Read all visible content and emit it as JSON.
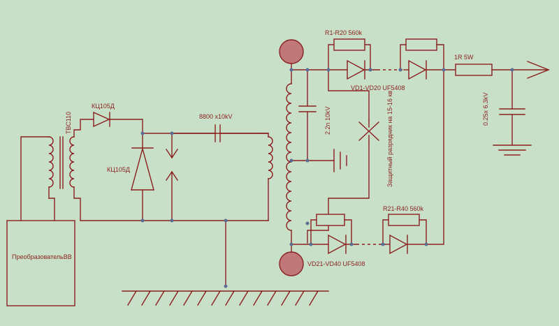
{
  "labels": {
    "tbs": "ТВС110",
    "kts1": "КЦ105Д",
    "kts2": "КЦ105Д",
    "cap_main": "8800 x10kV",
    "cap_22": "2.2n 10kV",
    "r_top": "R1-R20 560k",
    "vd_top": "VD1-VD20 UF5408",
    "r_out": "1R 5W",
    "cap_out": "0.25x 6.3kV",
    "spark": "Защитный разрядник на 15-16 кв",
    "r_bot": "R21-R40 560k",
    "vd_bot": "VD21-VD40 UF5408",
    "converter": "ПреобразовательВВ"
  },
  "colors": {
    "background": "#c8e0c8",
    "wire": "#8a1f1f",
    "junction": "#5a6e96"
  }
}
